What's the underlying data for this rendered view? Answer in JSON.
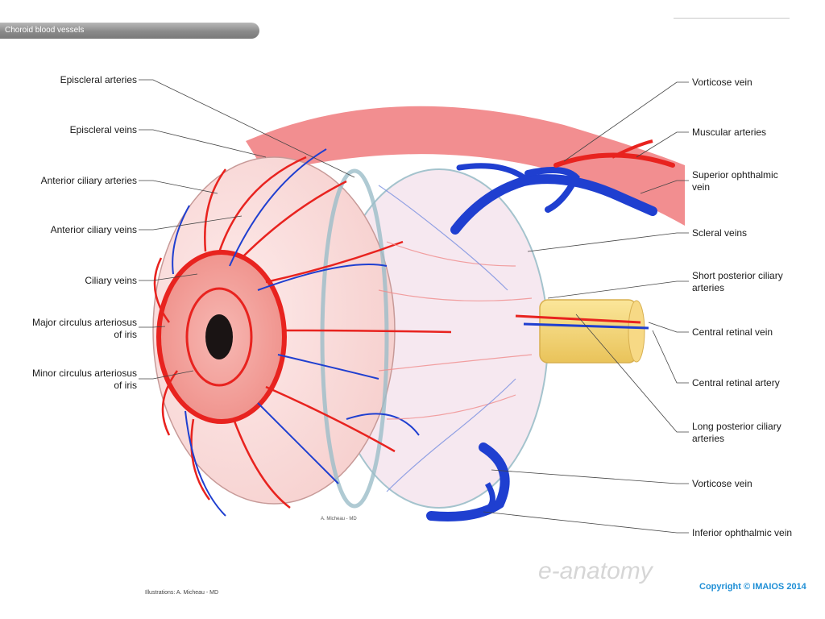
{
  "header": {
    "title": "Choroid blood vessels"
  },
  "labels_left": [
    {
      "id": "episcleral-arteries",
      "lines": [
        "Episcleral arteries"
      ]
    },
    {
      "id": "episcleral-veins",
      "lines": [
        "Episcleral veins"
      ]
    },
    {
      "id": "anterior-ciliary-arteries",
      "lines": [
        "Anterior ciliary arteries"
      ]
    },
    {
      "id": "anterior-ciliary-veins",
      "lines": [
        "Anterior ciliary veins"
      ]
    },
    {
      "id": "ciliary-veins",
      "lines": [
        "Ciliary veins"
      ]
    },
    {
      "id": "major-circulus",
      "lines": [
        "Major circulus arteriosus",
        "of iris"
      ]
    },
    {
      "id": "minor-circulus",
      "lines": [
        "Minor circulus arteriosus",
        "of iris"
      ]
    }
  ],
  "labels_right": [
    {
      "id": "vorticose-vein-top",
      "lines": [
        "Vorticose vein"
      ]
    },
    {
      "id": "muscular-arteries",
      "lines": [
        "Muscular arteries"
      ]
    },
    {
      "id": "superior-ophthalmic-vein",
      "lines": [
        "Superior ophthalmic",
        "vein"
      ]
    },
    {
      "id": "scleral-veins",
      "lines": [
        "Scleral veins"
      ]
    },
    {
      "id": "short-posterior-ciliary",
      "lines": [
        "Short posterior ciliary",
        "arteries"
      ]
    },
    {
      "id": "central-retinal-vein",
      "lines": [
        "Central retinal vein"
      ]
    },
    {
      "id": "central-retinal-artery",
      "lines": [
        "Central retinal artery"
      ]
    },
    {
      "id": "long-posterior-ciliary",
      "lines": [
        "Long posterior ciliary",
        "arteries"
      ]
    },
    {
      "id": "vorticose-vein-bottom",
      "lines": [
        "Vorticose vein"
      ]
    },
    {
      "id": "inferior-ophthalmic-vein",
      "lines": [
        "Inferior ophthalmic vein"
      ]
    }
  ],
  "footer": {
    "credit": "Illustrations: A. Micheau - MD",
    "copyright": "Copyright © IMAIOS 2014",
    "logo": "e-anatomy",
    "signature": "A. Micheau - MD"
  },
  "colors": {
    "artery": "#e8231f",
    "vein": "#1f3fd0",
    "nerve": "#f2d26e",
    "sclera": "#f3c9c6"
  }
}
